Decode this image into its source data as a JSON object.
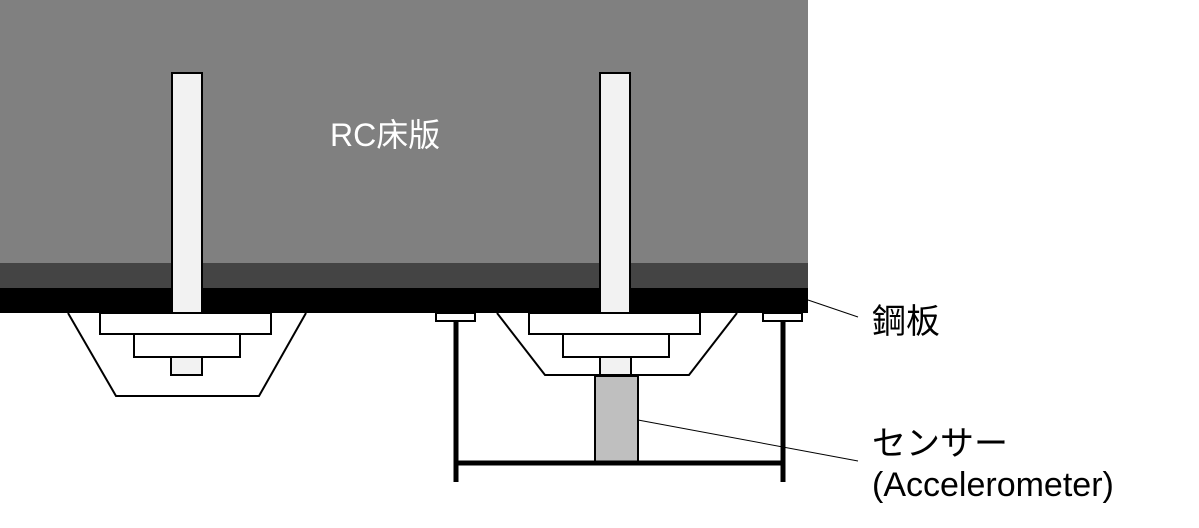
{
  "labels": {
    "slab": "RC床版",
    "steel_plate": "鋼板",
    "sensor": "センサー",
    "sensor_en": "(Accelerometer)"
  },
  "colors": {
    "slab": "#808080",
    "slab_lower": "#444444",
    "steel_plate": "#000000",
    "rod": "#f2f2f2",
    "sensor": "#bfbfbf"
  }
}
